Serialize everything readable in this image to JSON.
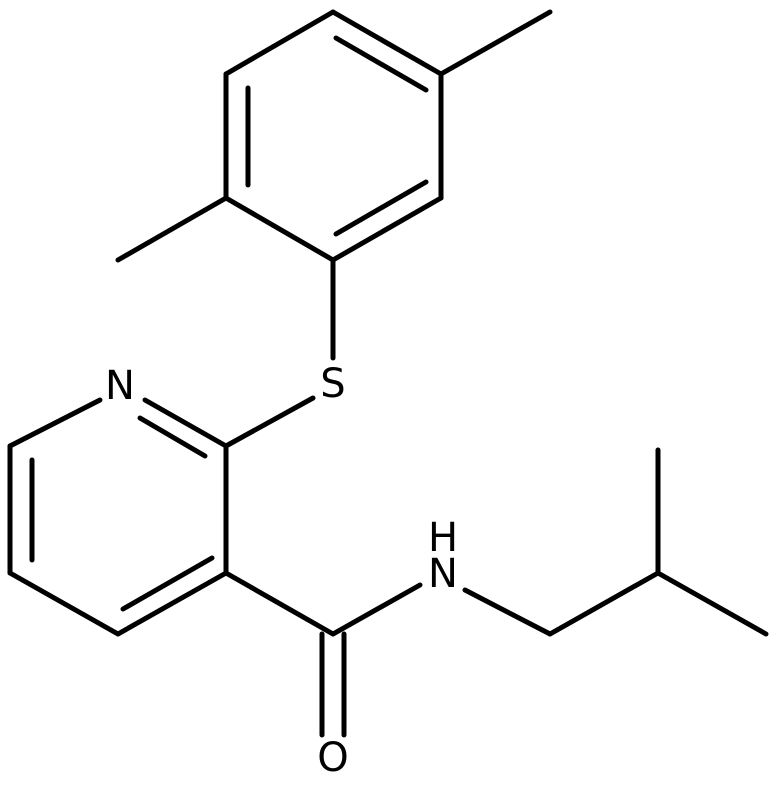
{
  "structure": {
    "atom_labels": {
      "sulfur": "S",
      "pyridine_nitrogen": "N",
      "amide_nitrogen": "N",
      "amide_hydrogen": "H",
      "carbonyl_oxygen": "O"
    },
    "colors": {
      "bond": "#000000",
      "label": "#000000",
      "background": "#ffffff"
    }
  }
}
